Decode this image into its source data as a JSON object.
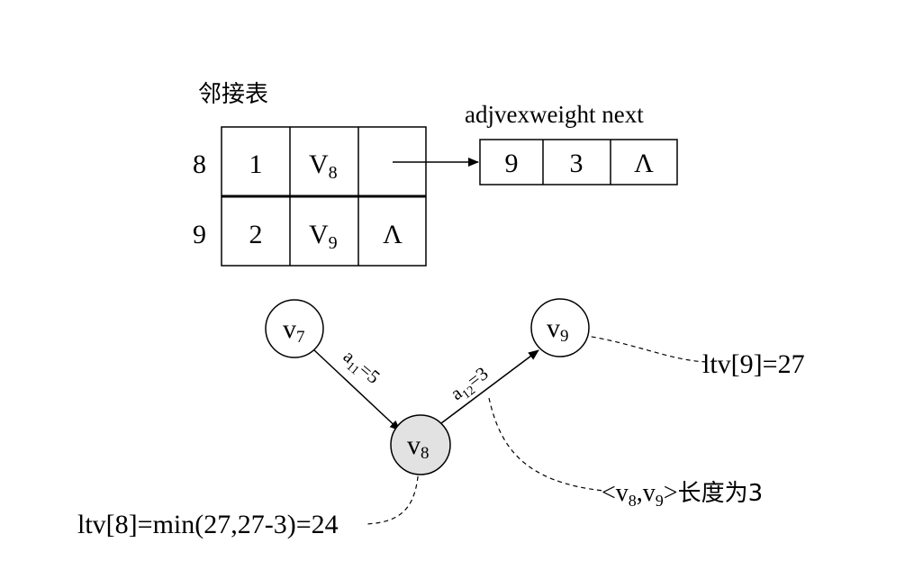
{
  "table_title": "邻接表",
  "field_labels": "adjvexweight next",
  "rows": [
    {
      "index": "8",
      "in_degree": "1",
      "vertex": "V",
      "vertex_sub": "8",
      "first": ""
    },
    {
      "index": "9",
      "in_degree": "2",
      "vertex": "V",
      "vertex_sub": "9",
      "first": "Λ"
    }
  ],
  "edge_node": {
    "adjvex": "9",
    "weight": "3",
    "next": "Λ"
  },
  "graph": {
    "nodes": [
      {
        "id": "v7",
        "base": "v",
        "sub": "7"
      },
      {
        "id": "v9",
        "base": "v",
        "sub": "9"
      },
      {
        "id": "v8",
        "base": "v",
        "sub": "8"
      }
    ],
    "edges": [
      {
        "label_base": "a",
        "label_sub": "11",
        "label_rest": "=5"
      },
      {
        "label_base": "a",
        "label_sub": "12",
        "label_rest": "=3"
      }
    ]
  },
  "annotations": {
    "ltv9": "ltv[9]=27",
    "ltv8": "ltv[8]=min(27,27-3)=24",
    "length_note": {
      "open": "<v",
      "s1": "8",
      "comma": ",v",
      "s2": "9",
      "close": ">",
      "suffix": "长度为3"
    }
  },
  "colors": {
    "highlight_node_fill": "#e2e2e2",
    "line": "#000000"
  }
}
